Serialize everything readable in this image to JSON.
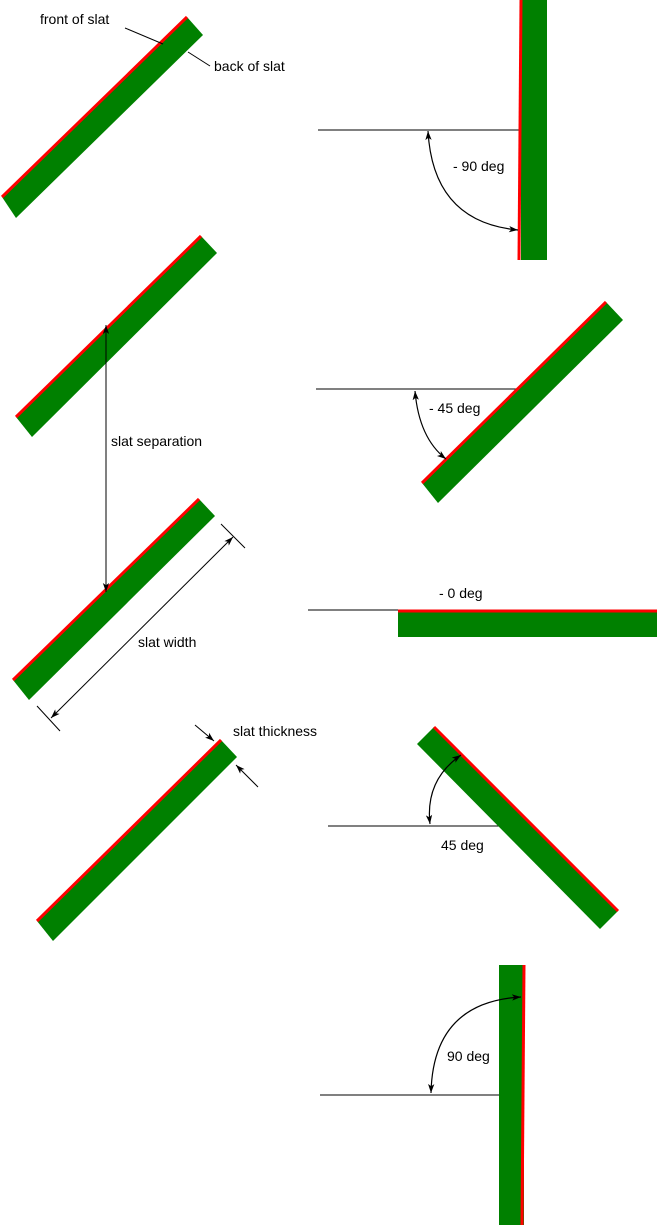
{
  "colors": {
    "slat": "#008000",
    "front_edge": "#ff0000",
    "lines": "#000000",
    "background": "#ffffff"
  },
  "labels": {
    "front_of_slat": "front of slat",
    "back_of_slat": "back of slat",
    "slat_separation": "slat separation",
    "slat_width": "slat width",
    "slat_thickness": "slat thickness",
    "angle_minus_90": "- 90 deg",
    "angle_minus_45": "- 45 deg",
    "angle_0": "- 0 deg",
    "angle_45": "45 deg",
    "angle_90": "90 deg"
  }
}
